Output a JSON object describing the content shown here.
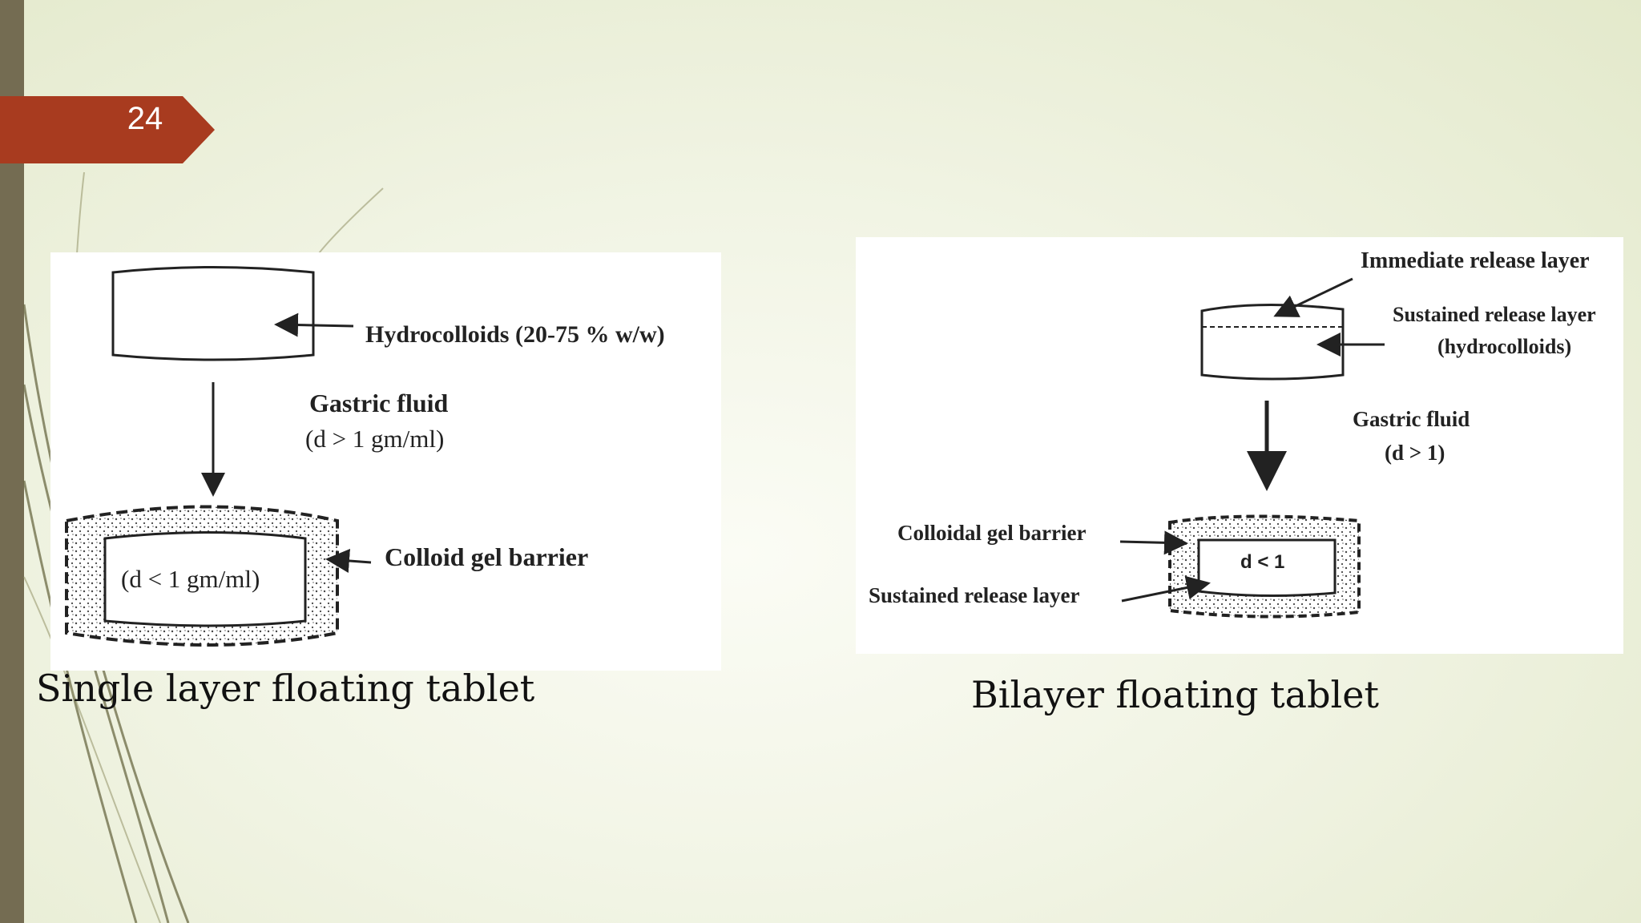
{
  "slide": {
    "number": "24"
  },
  "single_layer": {
    "caption": "Single layer floating tablet",
    "hydrocolloids": "Hydrocolloids (20-75 % w/w)",
    "gastric_fluid": "Gastric fluid",
    "density_fluid": "(d > 1 gm/ml)",
    "density_tablet": "(d < 1 gm/ml)",
    "gel_barrier": "Colloid gel barrier"
  },
  "bilayer": {
    "caption": "Bilayer floating tablet",
    "immediate_release": "Immediate release layer",
    "sustained_release_line1": "Sustained release layer",
    "sustained_release_line2": "(hydrocolloids)",
    "gastric_fluid": "Gastric fluid",
    "density_fluid": "(d > 1)",
    "gel_barrier": "Colloidal gel barrier",
    "sustained_release": "Sustained release layer",
    "density_tablet": "d < 1"
  },
  "colors": {
    "tab": "#a83b1f",
    "side_bar": "#746c52",
    "background": "#eef2df"
  }
}
